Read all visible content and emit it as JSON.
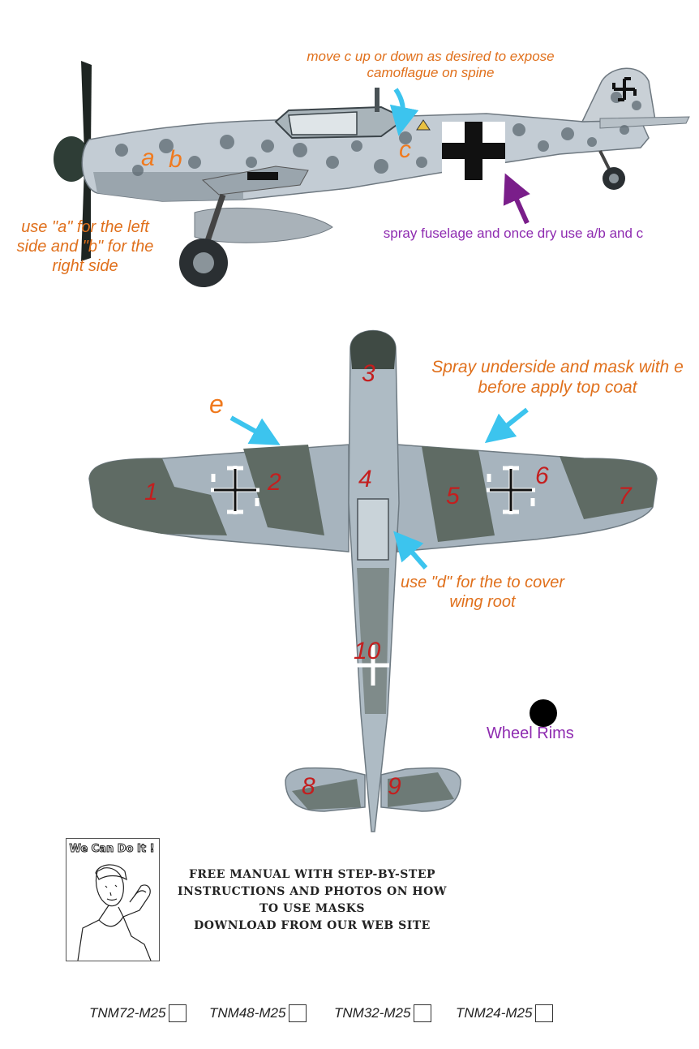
{
  "colors": {
    "note_orange": "#e0701c",
    "number_red": "#c41e1e",
    "note_purple": "#8e2bb0",
    "arrow_blue": "#3cc4ee",
    "arrow_purple": "#7a1e8a"
  },
  "side_view": {
    "note_c": "move c up or down as desired to expose camoflague on spine",
    "note_ab": "use \"a\" for the left side and \"b\" for the right side",
    "note_spray": "spray fuselage and once dry use a/b and c",
    "letter_a": "a",
    "letter_b": "b",
    "letter_c": "c"
  },
  "top_view": {
    "note_underside": "Spray underside and mask with e before apply top coat",
    "letter_e": "e",
    "note_d": "use \"d\" for the to cover wing root",
    "numbers": [
      "1",
      "2",
      "3",
      "4",
      "5",
      "6",
      "7",
      "8",
      "9",
      "10"
    ],
    "wheel_rims_label": "Wheel Rims"
  },
  "manual": {
    "line1": "FREE MANUAL WITH STEP-BY-STEP",
    "line2": "INSTRUCTIONS AND PHOTOS ON HOW",
    "line3": "TO USE MASKS",
    "line4": "DOWNLOAD FROM OUR WEB SITE"
  },
  "poster": {
    "title": "We Can Do It !"
  },
  "product_codes": [
    "TNM72-M25",
    "TNM48-M25",
    "TNM32-M25",
    "TNM24-M25"
  ]
}
